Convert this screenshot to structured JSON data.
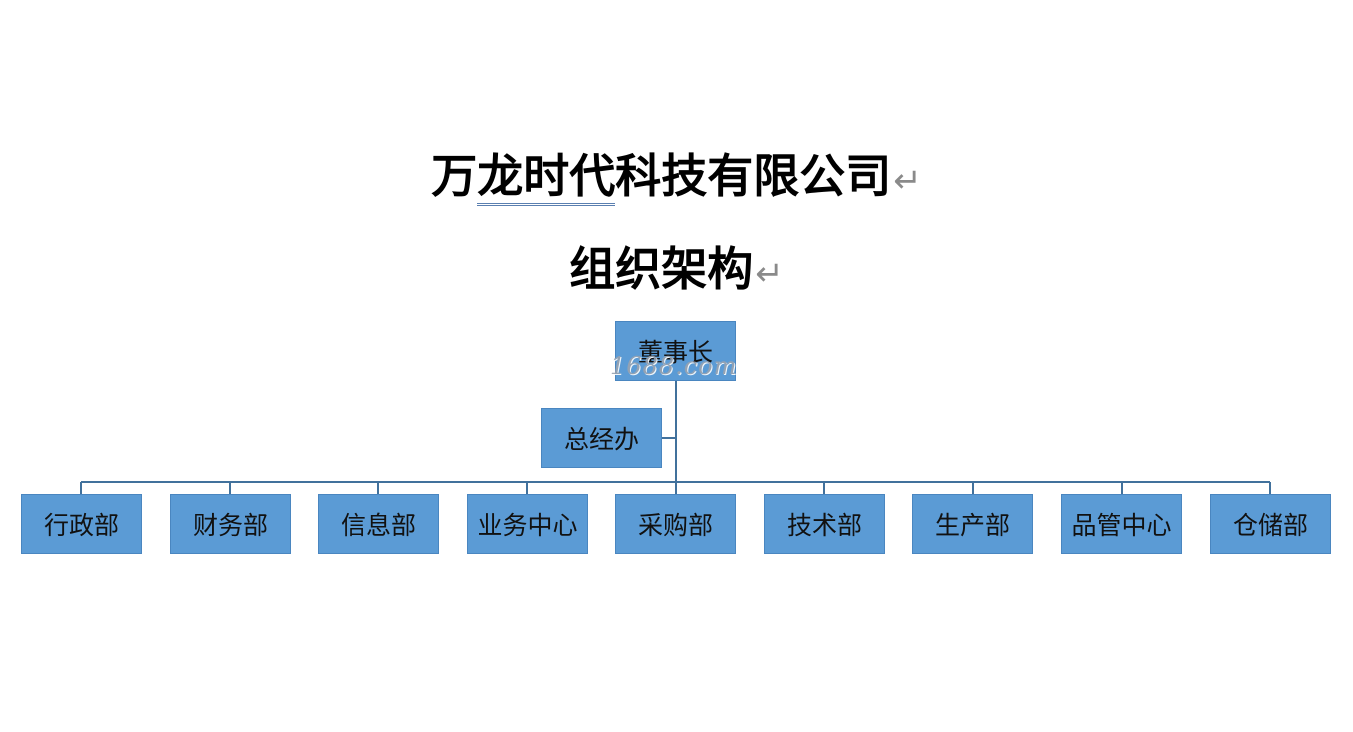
{
  "title": {
    "company_lead": "万",
    "company_underlined": "龙时代",
    "company_rest": "科技有限公司",
    "subtitle": "组织架构",
    "paragraph_mark": "↵"
  },
  "org": {
    "root": "董事长",
    "assistant": "总经办",
    "departments": [
      "行政部",
      "财务部",
      "信息部",
      "业务中心",
      "采购部",
      "技术部",
      "生产部",
      "品管中心",
      "仓储部"
    ]
  },
  "watermark": "1688.com",
  "colors": {
    "box_fill": "#5b9bd5",
    "connector": "#41719c"
  }
}
